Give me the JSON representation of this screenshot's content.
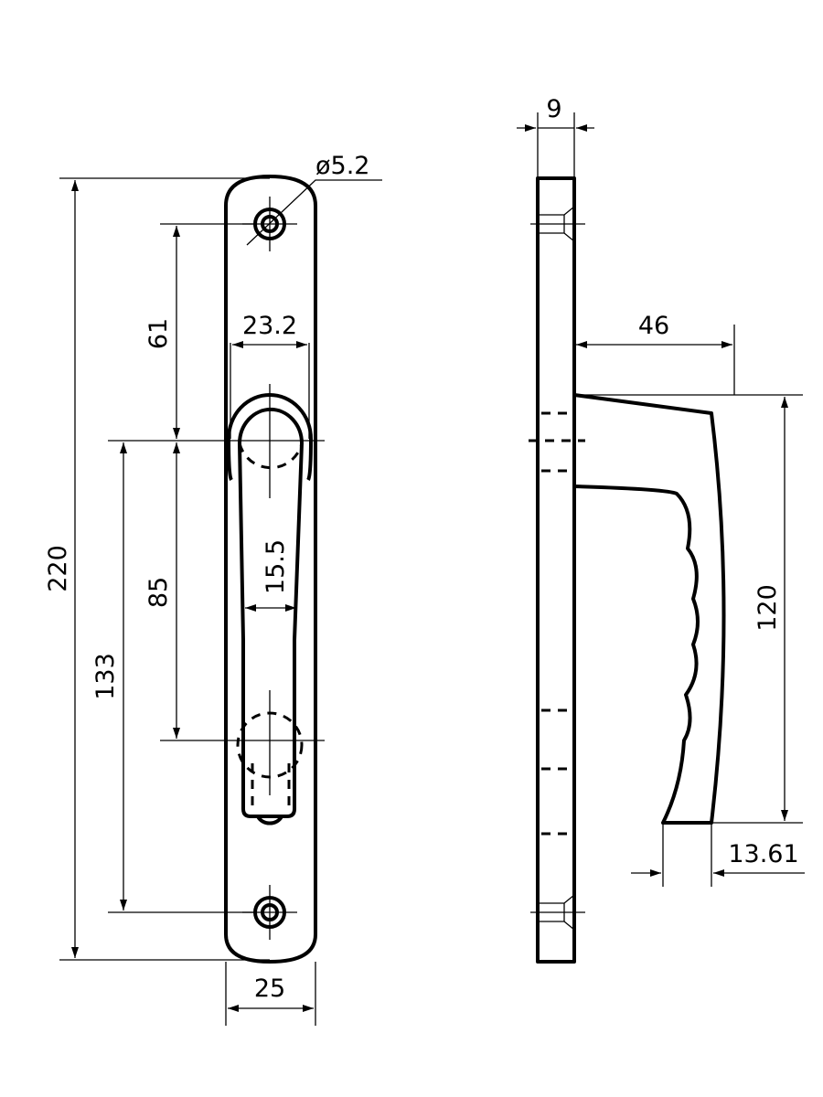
{
  "title": "Window handle dimension drawing",
  "front_view": {
    "hole_diameter": "ø5.2",
    "rosette_width": "23.2",
    "hole_to_handle_axis": "61",
    "handle_axis_to_spindle": "85",
    "handle_axis_to_bottom_hole": "133",
    "total_height": "220",
    "grip_width": "15.5",
    "plate_width": "25"
  },
  "side_view": {
    "plate_thickness": "9",
    "handle_projection": "46",
    "handle_length": "120",
    "tip_width": "13.61"
  }
}
